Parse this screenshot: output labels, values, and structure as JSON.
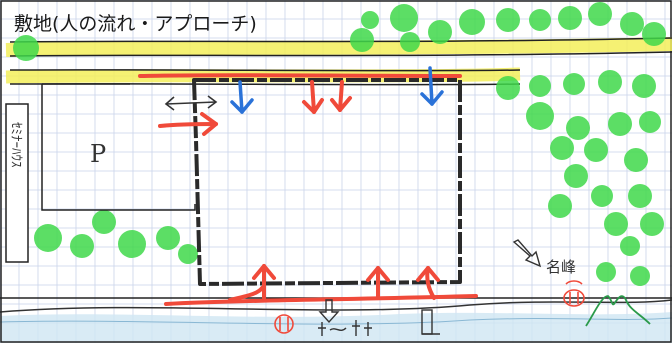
{
  "title": "敷地(人の流れ・アプローチ)",
  "parking_label": "P",
  "side_building_label": "ｾﾐﾅｰﾊｳｽ",
  "mountain_label": "名峰",
  "colors": {
    "grid": "#c9d3ea",
    "road_highlight": "#f3ef5a",
    "tree": "#3fd84a",
    "red_arrow": "#f04a3a",
    "blue_arrow": "#2a72d8",
    "site_outline": "#2a2a2a",
    "river": "#cfe6f3",
    "mountain": "#2a9a4a"
  },
  "icons": [
    "double-headed-arrow-icon",
    "eye-icon",
    "view-arrow-icon",
    "mountain-icon",
    "pedestrian-icon"
  ]
}
